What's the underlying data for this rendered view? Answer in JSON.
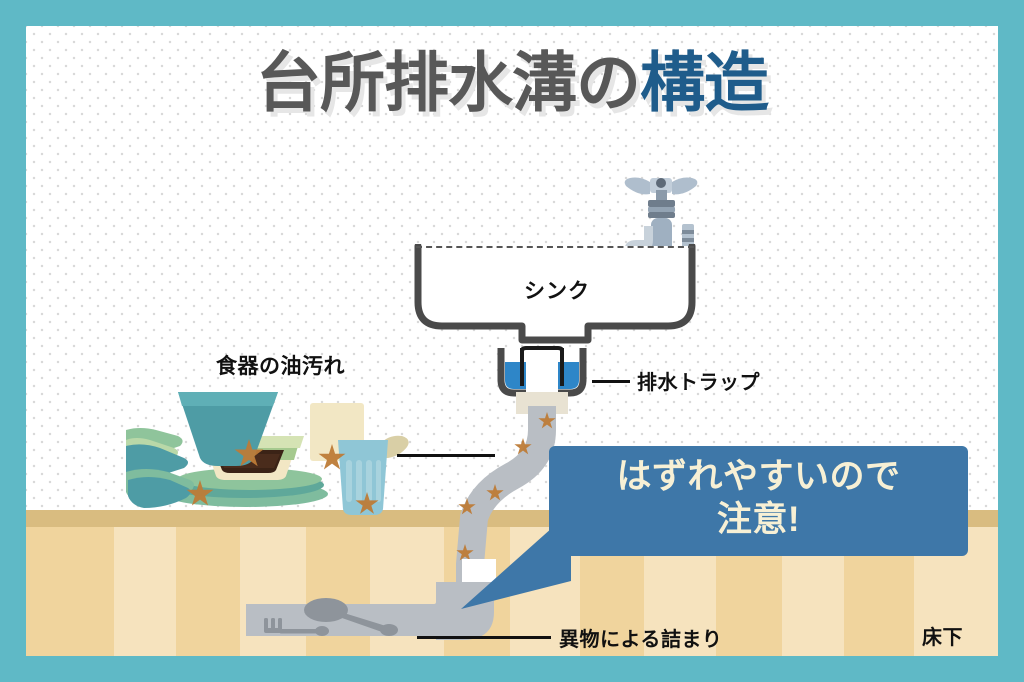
{
  "theme": {
    "frame_color": "#5FB9C6",
    "panel_bg": "#FFFFFF",
    "title_dark": "#585858",
    "title_accent": "#1F5C8B",
    "callout_bg": "#3E77A8",
    "callout_text_color": "#F7F0D5",
    "floor_color": "#F3D9A6",
    "pipe_color": "#B9BEC4",
    "water_color": "#2E86C8",
    "grease_color": "#BD7B37"
  },
  "title": {
    "part_dark": "台所排水溝の",
    "part_accent": "構造",
    "full": "台所排水溝の構造"
  },
  "diagram": {
    "sink_label": "シンク",
    "faucet_icon": "faucet-icon",
    "trap_label": "排水トラップ",
    "dishes_label": "食器の油汚れ",
    "debris_label": "異物による詰まり",
    "underfloor_label": "床下",
    "debris_items": [
      "fork-icon",
      "spoon-icon"
    ],
    "grease_icon": "grease-star-icon"
  },
  "callout": {
    "line1": "はずれやすいので",
    "line2": "注意!",
    "full": "はずれやすいので注意!"
  }
}
